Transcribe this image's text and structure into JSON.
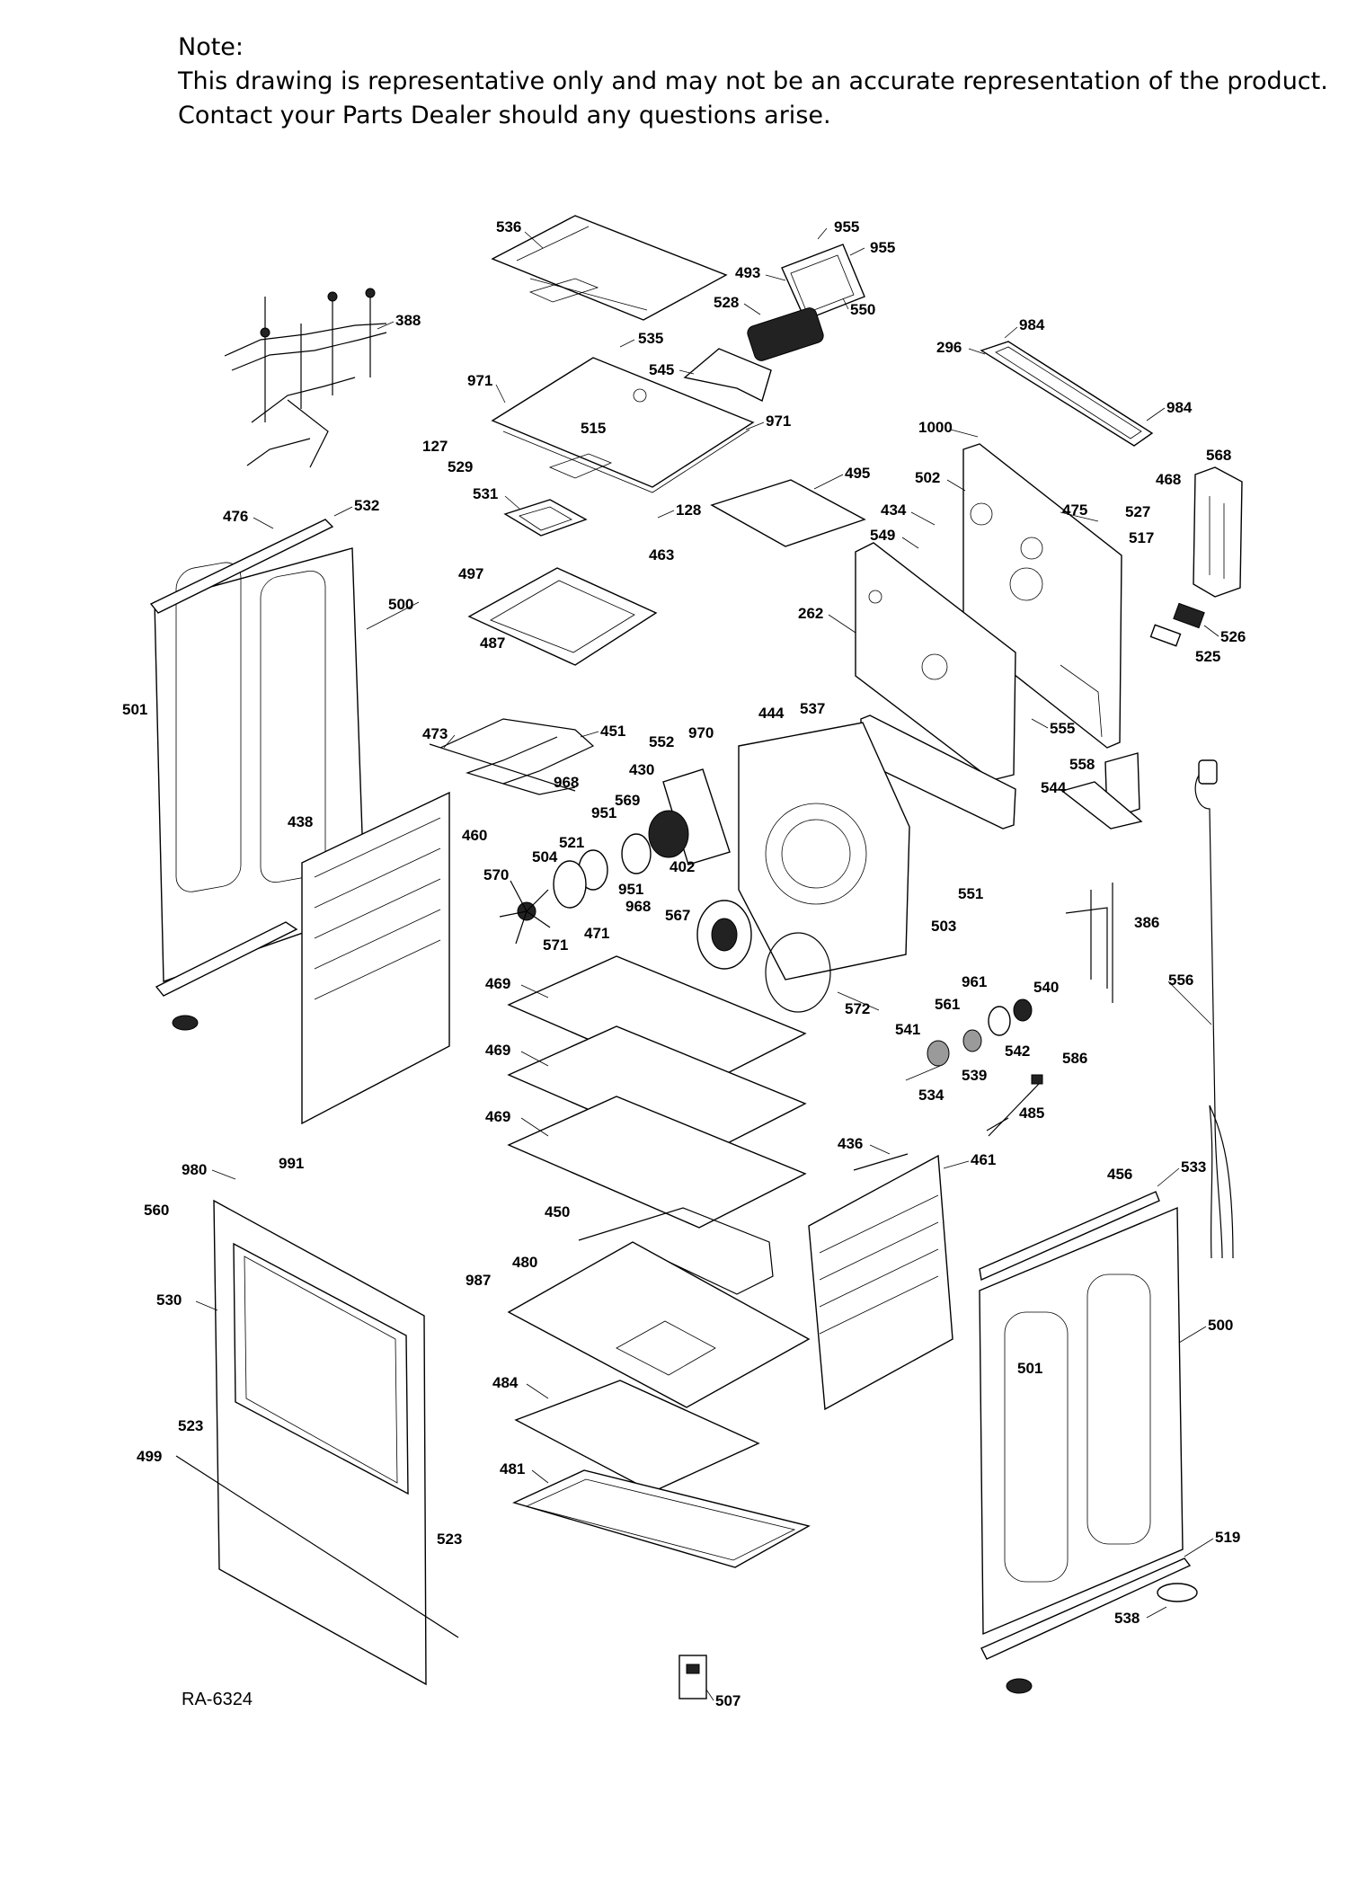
{
  "note": {
    "heading": "Note:",
    "line1": "This drawing is representative only and may not be an accurate representation of the product.",
    "line2": "Contact your Parts Dealer should any questions arise."
  },
  "drawing_id": "RA-6324",
  "part_labels": [
    "536",
    "955",
    "955",
    "493",
    "550",
    "528",
    "388",
    "535",
    "545",
    "296",
    "984",
    "984",
    "971",
    "971",
    "1000",
    "127",
    "515",
    "529",
    "502",
    "468",
    "568",
    "495",
    "531",
    "128",
    "434",
    "475",
    "527",
    "476",
    "532",
    "549",
    "517",
    "463",
    "497",
    "500",
    "262",
    "526",
    "487",
    "525",
    "501",
    "473",
    "451",
    "444",
    "970",
    "537",
    "555",
    "552",
    "430",
    "569",
    "558",
    "544",
    "968",
    "951",
    "521",
    "438",
    "460",
    "504",
    "402",
    "551",
    "570",
    "951",
    "968",
    "567",
    "503",
    "386",
    "571",
    "471",
    "961",
    "540",
    "561",
    "469",
    "572",
    "541",
    "542",
    "556",
    "534",
    "539",
    "586",
    "469",
    "485",
    "469",
    "436",
    "461",
    "456",
    "533",
    "980",
    "991",
    "560",
    "450",
    "480",
    "987",
    "530",
    "500",
    "501",
    "484",
    "523",
    "499",
    "481",
    "519",
    "523",
    "538",
    "507"
  ]
}
